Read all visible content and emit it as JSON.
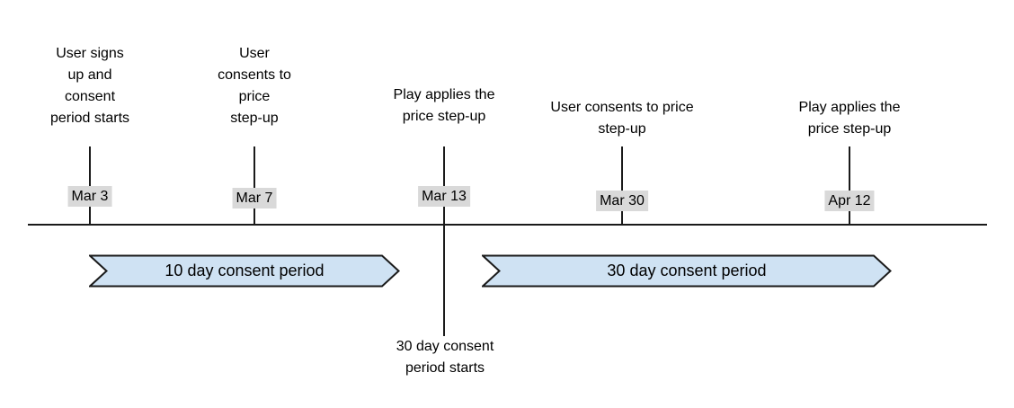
{
  "diagram": {
    "events": [
      {
        "date": "Mar 3",
        "lines": [
          "User signs",
          "up and",
          "consent",
          "period starts"
        ]
      },
      {
        "date": "Mar 7",
        "lines": [
          "User",
          "consents to",
          "price",
          "step-up"
        ]
      },
      {
        "date": "Mar 13",
        "lines": [
          "Play applies the",
          "price step-up"
        ]
      },
      {
        "date": "Mar 30",
        "lines": [
          "User consents to price",
          "step-up"
        ]
      },
      {
        "date": "Apr 12",
        "lines": [
          "Play applies the",
          "price step-up"
        ]
      }
    ],
    "banners": [
      {
        "label": "10 day consent period"
      },
      {
        "label": "30 day consent period"
      }
    ],
    "annotation": {
      "lines": [
        "30 day consent",
        "period starts"
      ]
    },
    "colors": {
      "background": "#ffffff",
      "banner_fill": "#cfe2f3",
      "banner_border": "#1a1a1a",
      "date_chip_bg": "#d9d9d9",
      "line": "#1a1a1a",
      "text": "#000000"
    }
  }
}
